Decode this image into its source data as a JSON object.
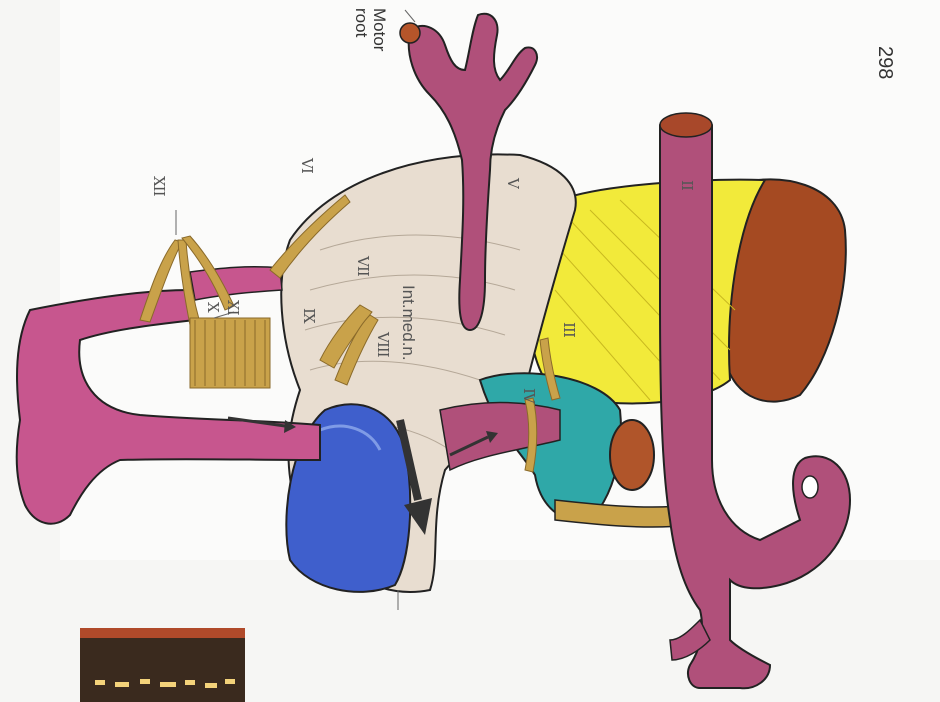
{
  "page_number": "298",
  "labels": {
    "motor_root_line1": "Motor",
    "motor_root_line2": "root",
    "int_med_n": "Int.med.n.",
    "cn_XII": "XII",
    "cn_XI": "XI",
    "cn_X": "X",
    "cn_IX": "IX",
    "cn_VIII": "VIII",
    "cn_VII": "VII",
    "cn_VI": "VI",
    "cn_V": "V",
    "cn_IV": "IV",
    "cn_III": "III",
    "cn_II": "II"
  },
  "colors": {
    "vessel_pink": "#b0507a",
    "pons_beige": "#e8ddd0",
    "yellow_region": "#f2ea3a",
    "brown_region": "#a54a22",
    "teal_region": "#2fa8a8",
    "blue_region": "#3f5fcc",
    "nerve_tan": "#c9a24a"
  }
}
